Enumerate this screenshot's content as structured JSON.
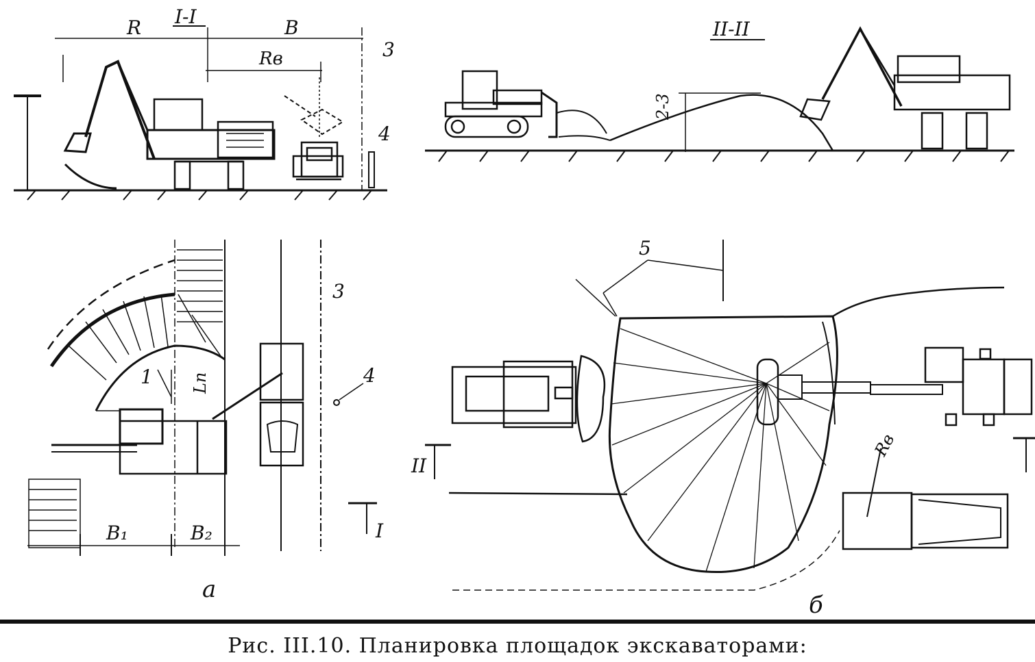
{
  "labels": {
    "section_1": "I-I",
    "section_2": "II-II",
    "dim_R": "R",
    "dim_B": "B",
    "dim_Rv": "Rв",
    "mark_3": "3",
    "mark_4": "4",
    "mark_5": "5",
    "height_23": "2-3",
    "mark_1": "1",
    "dim_Ln": "Lп",
    "dim_B1": "B₁",
    "dim_B2": "B₂",
    "sec_mark_I": "I",
    "sec_mark_II": "II",
    "sub_a": "а",
    "sub_b": "б",
    "dim_Rv2": "Rв"
  },
  "caption": "Рис. III.10. Планировка площадок экскаваторами:",
  "colors": {
    "ink": "#111111",
    "paper": "#ffffff"
  }
}
